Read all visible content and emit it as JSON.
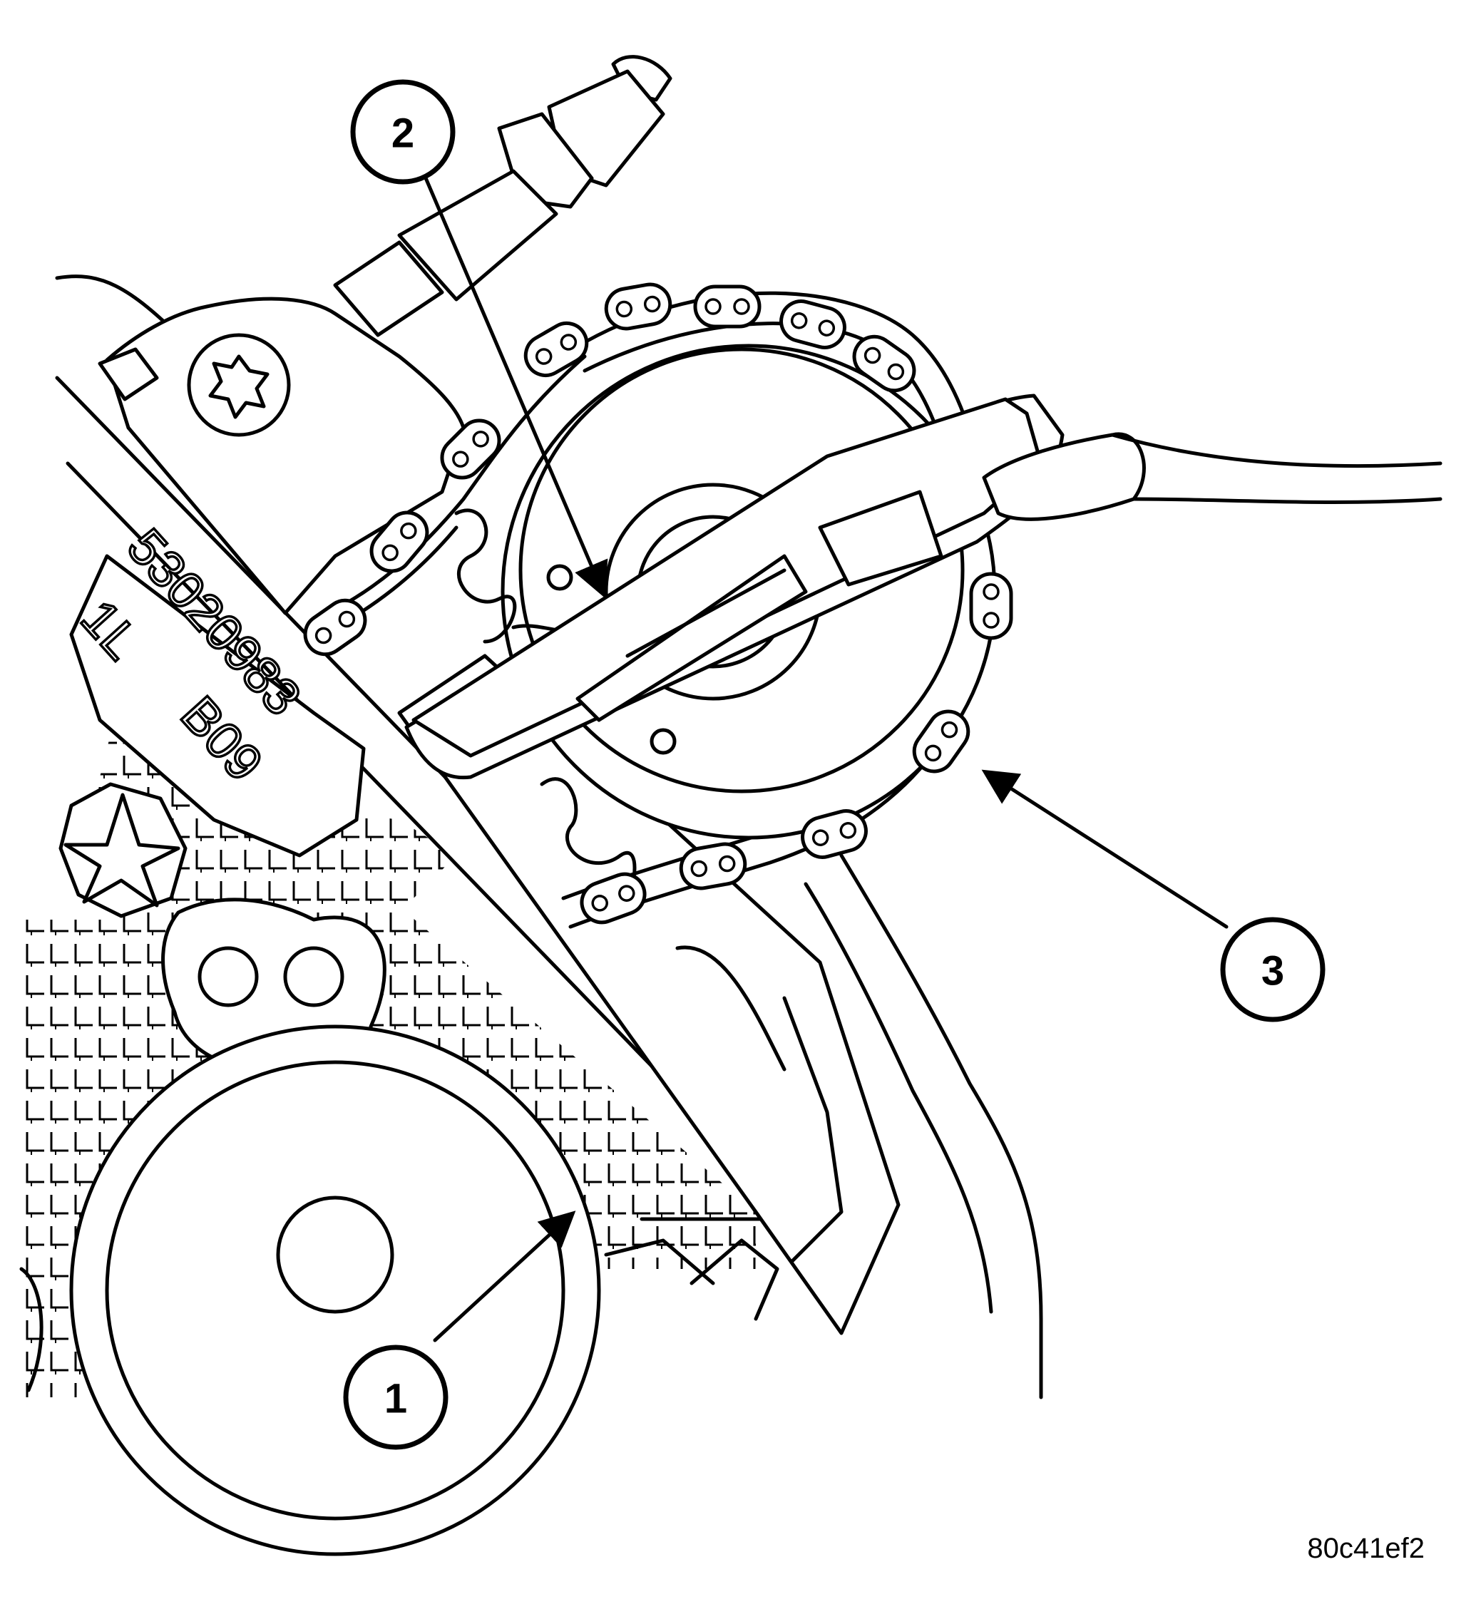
{
  "callouts": [
    {
      "label": "1"
    },
    {
      "label": "2"
    },
    {
      "label": "3"
    }
  ],
  "casting_marks": {
    "part_number": "53020983",
    "line2": "1L",
    "line3": "B09"
  },
  "figure_id": "80c41ef2",
  "colors": {
    "line": "#000000",
    "background": "#ffffff"
  }
}
